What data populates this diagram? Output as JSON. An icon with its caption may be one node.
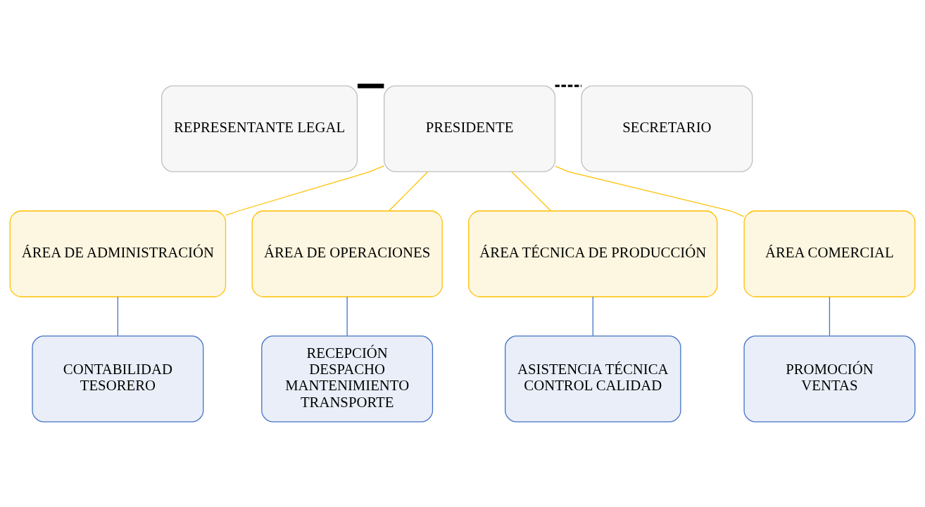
{
  "diagram": {
    "nodes": [
      {
        "text": [
          "REPRESENTANTE LEGAL"
        ]
      },
      {
        "text": [
          "PRESIDENTE"
        ]
      },
      {
        "text": [
          "SECRETARIO"
        ]
      },
      {
        "text": [
          "ÁREA DE ADMINISTRACIÓN"
        ]
      },
      {
        "text": [
          "ÁREA DE OPERACIONES"
        ]
      },
      {
        "text": [
          "ÁREA TÉCNICA DE PRODUCCIÓN"
        ]
      },
      {
        "text": [
          "ÁREA COMERCIAL"
        ]
      },
      {
        "text": [
          "CONTABILIDAD",
          "TESORERO"
        ]
      },
      {
        "text": [
          "RECEPCIÓN",
          "DESPACHO",
          "MANTENIMIENTO",
          "TRANSPORTE"
        ]
      },
      {
        "text": [
          "ASISTENCIA TÉCNICA",
          "CONTROL CALIDAD"
        ]
      },
      {
        "text": [
          "PROMOCIÓN",
          "VENTAS"
        ]
      }
    ],
    "edges": [
      {
        "from": 1,
        "to": 0,
        "arrow": "none",
        "style": "thick",
        "color": "#000000"
      },
      {
        "from": 1,
        "to": 2,
        "arrow": "none",
        "style": "dashed",
        "color": "#000000"
      },
      {
        "from": 1,
        "to": 3,
        "arrow": "none",
        "color": "#ffc000"
      },
      {
        "from": 1,
        "to": 4,
        "arrow": "none",
        "color": "#ffc000"
      },
      {
        "from": 1,
        "to": 5,
        "arrow": "none",
        "color": "#ffc000"
      },
      {
        "from": 1,
        "to": 6,
        "arrow": "none",
        "color": "#ffc000"
      },
      {
        "from": 3,
        "to": 7,
        "arrow": "none",
        "color": "#4472c4"
      },
      {
        "from": 4,
        "to": 8,
        "arrow": "none",
        "color": "#4472c4"
      },
      {
        "from": 5,
        "to": 9,
        "arrow": "none",
        "color": "#4472c4"
      },
      {
        "from": 6,
        "to": 10,
        "arrow": "none",
        "color": "#4472c4"
      }
    ]
  }
}
